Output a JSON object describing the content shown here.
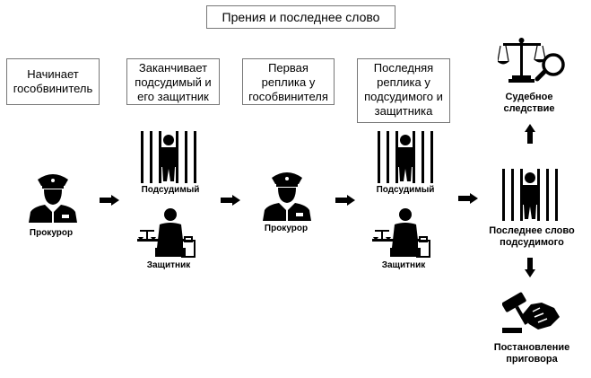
{
  "title": "Прения и последнее слово",
  "steps": [
    {
      "lines": [
        "Начинает",
        "гособвинитель"
      ]
    },
    {
      "lines": [
        "Заканчивает",
        "подсудимый и",
        "его защитник"
      ]
    },
    {
      "lines": [
        "Первая",
        "реплика у",
        "гособвинителя"
      ]
    },
    {
      "lines": [
        "Последняя",
        "реплика у",
        "подсудимого и",
        "защитника"
      ]
    }
  ],
  "labels": {
    "prosecutor_1": "Прокурор",
    "defendant_1": "Подсудимый",
    "defender_1": "Защитник",
    "prosecutor_2": "Прокурор",
    "defendant_2": "Подсудимый",
    "defender_2": "Защитник",
    "last_word": [
      "Последнее слово",
      "подсудимого"
    ],
    "investigation": [
      "Судебное",
      "следствие"
    ],
    "verdict": [
      "Постановление",
      "приговора"
    ]
  },
  "icons": {
    "prosecutor": "prosecutor-icon",
    "prisoner": "prisoner-behind-bars-icon",
    "defender": "defender-with-scales-icon",
    "scales": "scales-magnifier-icon",
    "gavel": "gavel-handshake-icon",
    "arrow": "arrow-right-icon"
  }
}
